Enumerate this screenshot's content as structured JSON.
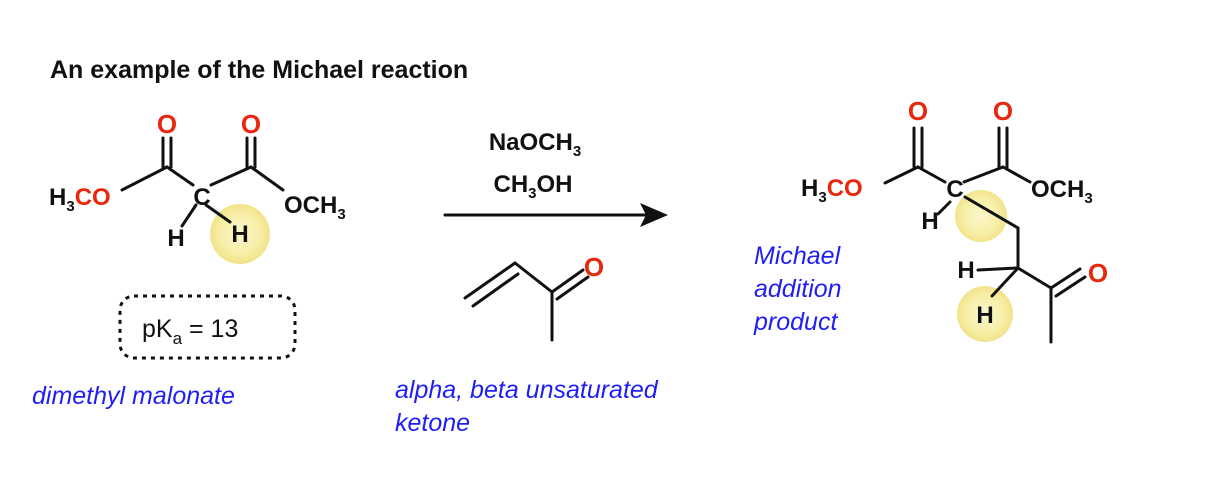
{
  "title": "An example of the Michael reaction",
  "reagents": {
    "base": {
      "main": "NaOCH",
      "sub": "3"
    },
    "solvent": {
      "pre": "CH",
      "sub": "3",
      "post": "OH"
    }
  },
  "malonate": {
    "left_group": {
      "pre": "H",
      "sub": "3",
      "post": "CO"
    },
    "right_group": {
      "pre": "OCH",
      "sub": "3"
    },
    "oxygen": "O",
    "carbon": "C",
    "hydrogen": "H",
    "pka": {
      "pre": "pK",
      "sub": "a",
      "post": " = 13"
    },
    "caption": "dimethyl malonate"
  },
  "ketone": {
    "oxygen": "O",
    "caption_line1": "alpha, beta unsaturated",
    "caption_line2": "ketone"
  },
  "product": {
    "left_group": {
      "pre": "H",
      "sub": "3",
      "post": "CO"
    },
    "right_group": {
      "pre": "OCH",
      "sub": "3"
    },
    "oxygen": "O",
    "carbon": "C",
    "hydrogen": "H",
    "caption_line1": "Michael",
    "caption_line2": "addition",
    "caption_line3": "product"
  },
  "colors": {
    "oxygen": "#e8280c",
    "caption": "#1f1ff5",
    "highlight": "#f7eea5",
    "bond": "#111111"
  }
}
